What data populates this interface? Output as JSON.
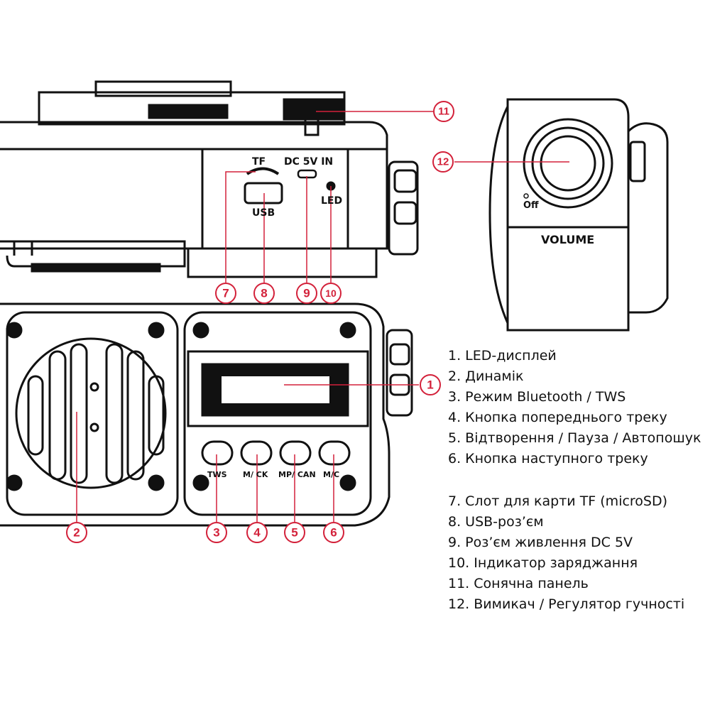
{
  "device_labels": {
    "tf_slot": "TF",
    "dc_in": "DC 5V IN",
    "usb": "USB",
    "led": "LED",
    "volume": "VOLUME",
    "off": "Off",
    "buttons": [
      "TWS",
      "M/ CK",
      "MP/ CAN",
      "M/C"
    ]
  },
  "callouts": [
    "1",
    "2",
    "3",
    "4",
    "5",
    "6",
    "7",
    "8",
    "9",
    "10",
    "11",
    "12"
  ],
  "accent_color": "#d3213a",
  "legend": {
    "group1": [
      "1. LED-дисплей",
      "2. Динамік",
      "3. Режим Bluetooth / TWS",
      "4. Кнопка попереднього треку",
      "5. Відтворення / Пауза / Автопошук",
      "6. Кнопка наступного треку"
    ],
    "group2": [
      "7. Слот для карти TF (microSD)",
      "8. USB-роз’єм",
      "9. Роз’єм живлення DC 5V",
      "10. Індикатор заряджання",
      "11. Сонячна панель",
      "12. Вимикач / Регулятор гучності"
    ]
  }
}
